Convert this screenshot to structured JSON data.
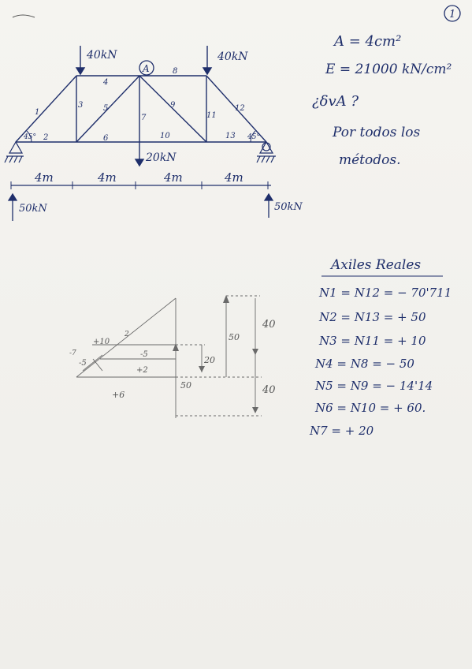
{
  "page_number": "1",
  "data": {
    "area": "A = 4cm²",
    "modulus": "E = 21000 kN/cm²",
    "question": "¿δvA ?",
    "method_line1": "Por todos los",
    "method_line2": "métodos."
  },
  "truss": {
    "loads": {
      "left_top": "40kN",
      "right_top": "40kN",
      "bottom_mid": "20kN"
    },
    "node_label": "A",
    "angles": {
      "left": "45°",
      "right": "45°"
    },
    "spans": [
      "4m",
      "4m",
      "4m",
      "4m"
    ],
    "reactions": {
      "left": "50kN",
      "right": "50kN"
    },
    "members": [
      "1",
      "2",
      "3",
      "4",
      "5",
      "6",
      "7",
      "8",
      "9",
      "10",
      "11",
      "12",
      "13"
    ]
  },
  "results": {
    "title": "Axiles Reales",
    "lines": [
      "N1 = N12 = − 70'711",
      "N2 = N13 = + 50",
      "N3 = N11 = + 10",
      "N4 = N8 = − 50",
      "N5 = N9 = − 14'14",
      "N6 = N10 = + 60.",
      "N7 = + 20"
    ]
  },
  "cremona": {
    "labels": [
      "+10",
      "-5",
      "+2",
      "+6",
      "-5",
      "-7",
      "2"
    ],
    "side_values": [
      "20",
      "50",
      "50",
      "40",
      "40"
    ]
  }
}
